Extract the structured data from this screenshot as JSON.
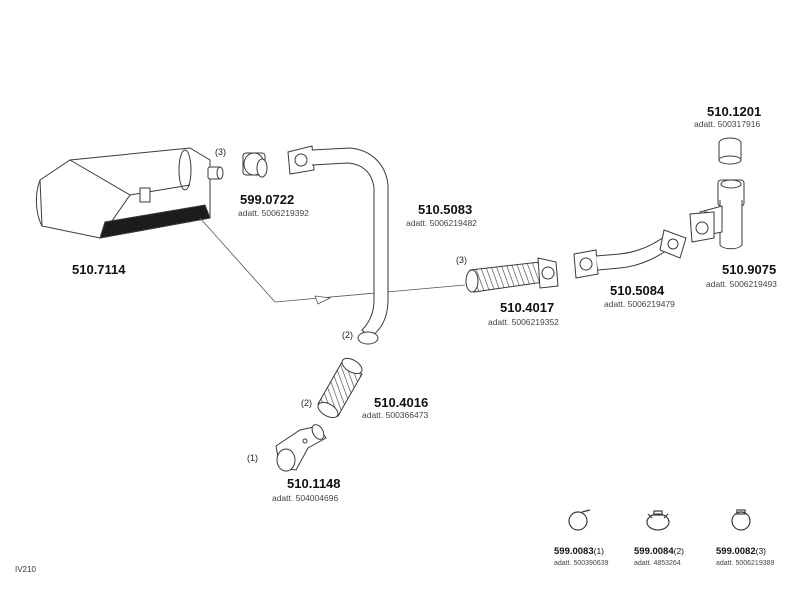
{
  "parts": {
    "muffler": {
      "number": "510.7114"
    },
    "gasket_0722": {
      "number": "599.0722",
      "ref": "adatt. 5006219392",
      "qty": "(3)"
    },
    "pipe_5083": {
      "number": "510.5083",
      "ref": "adatt. 5006219482"
    },
    "flex_4017": {
      "number": "510.4017",
      "ref": "adatt. 5006219352",
      "qty": "(3)"
    },
    "pipe_5084": {
      "number": "510.5084",
      "ref": "adatt. 5006219479"
    },
    "cap_1201": {
      "number": "510.1201",
      "ref": "adatt. 500317916"
    },
    "valve_9075": {
      "number": "510.9075",
      "ref": "adatt. 5006219493"
    },
    "flex_4016": {
      "number": "510.4016",
      "ref": "adatt. 500366473",
      "qty_top": "(2)",
      "qty_bottom": "(2)"
    },
    "pipe_1148": {
      "number": "510.1148",
      "ref": "adatt. 504004696",
      "qty": "(1)"
    }
  },
  "clamps": [
    {
      "number": "599.0083",
      "sup": "(1)",
      "ref": "adatt. 500390639"
    },
    {
      "number": "599.0084",
      "sup": "(2)",
      "ref": "adatt. 4853264"
    },
    {
      "number": "599.0082",
      "sup": "(3)",
      "ref": "adatt. 5006219389"
    }
  ],
  "footer_code": "IV210",
  "colors": {
    "line": "#3a3a3a",
    "shade": "#1c1c1c",
    "fill": "#ffffff"
  }
}
